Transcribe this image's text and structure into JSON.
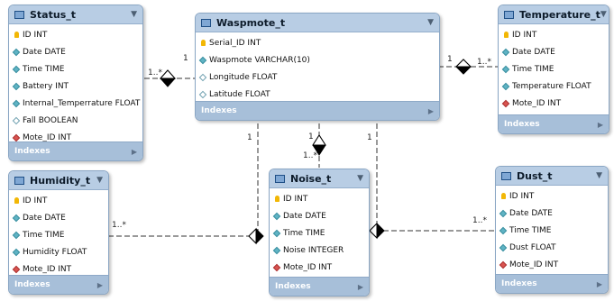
{
  "diagram": {
    "indexes_label": "Indexes",
    "tables": [
      {
        "id": "status",
        "name": "Status_t",
        "fields": [
          {
            "icon": "key",
            "name": "ID INT"
          },
          {
            "icon": "col",
            "name": "Date DATE"
          },
          {
            "icon": "col",
            "name": "Time TIME"
          },
          {
            "icon": "col",
            "name": "Battery INT"
          },
          {
            "icon": "col",
            "name": "Internal_Temperrature FLOAT"
          },
          {
            "icon": "nul",
            "name": "Fall BOOLEAN"
          },
          {
            "icon": "fk",
            "name": "Mote_ID INT"
          }
        ]
      },
      {
        "id": "waspmote",
        "name": "Waspmote_t",
        "fields": [
          {
            "icon": "key",
            "name": "Serial_ID INT"
          },
          {
            "icon": "col",
            "name": "Waspmote VARCHAR(10)"
          },
          {
            "icon": "nul",
            "name": "Longitude FLOAT"
          },
          {
            "icon": "nul",
            "name": "Latitude FLOAT"
          }
        ]
      },
      {
        "id": "temperature",
        "name": "Temperature_t",
        "fields": [
          {
            "icon": "key",
            "name": "ID INT"
          },
          {
            "icon": "col",
            "name": "Date DATE"
          },
          {
            "icon": "col",
            "name": "Time TIME"
          },
          {
            "icon": "col",
            "name": "Temperature FLOAT"
          },
          {
            "icon": "fk",
            "name": "Mote_ID INT"
          }
        ]
      },
      {
        "id": "humidity",
        "name": "Humidity_t",
        "fields": [
          {
            "icon": "key",
            "name": "ID INT"
          },
          {
            "icon": "col",
            "name": "Date DATE"
          },
          {
            "icon": "col",
            "name": "Time TIME"
          },
          {
            "icon": "col",
            "name": "Humidity FLOAT"
          },
          {
            "icon": "fk",
            "name": "Mote_ID INT"
          }
        ]
      },
      {
        "id": "noise",
        "name": "Noise_t",
        "fields": [
          {
            "icon": "key",
            "name": "ID INT"
          },
          {
            "icon": "col",
            "name": "Date DATE"
          },
          {
            "icon": "col",
            "name": "Time TIME"
          },
          {
            "icon": "col",
            "name": "Noise INTEGER"
          },
          {
            "icon": "fk",
            "name": "Mote_ID INT"
          }
        ]
      },
      {
        "id": "dust",
        "name": "Dust_t",
        "fields": [
          {
            "icon": "key",
            "name": "ID INT"
          },
          {
            "icon": "col",
            "name": "Date DATE"
          },
          {
            "icon": "col",
            "name": "Time TIME"
          },
          {
            "icon": "col",
            "name": "Dust FLOAT"
          },
          {
            "icon": "fk",
            "name": "Mote_ID INT"
          }
        ]
      }
    ],
    "relations": [
      {
        "id": "status",
        "one": "1",
        "many": "1..*"
      },
      {
        "id": "temperature",
        "one": "1",
        "many": "1..*"
      },
      {
        "id": "humidity",
        "one": "1",
        "many": "1..*"
      },
      {
        "id": "noise",
        "one": "1",
        "many": "1..*"
      },
      {
        "id": "dust",
        "one": "1",
        "many": "1..*"
      }
    ]
  }
}
